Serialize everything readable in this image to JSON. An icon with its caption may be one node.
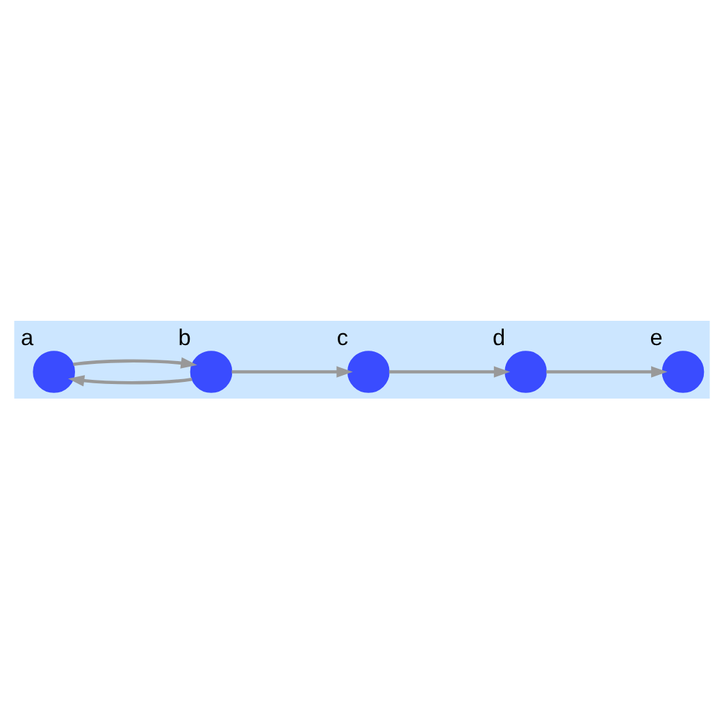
{
  "diagram": {
    "nodes": [
      {
        "text": [
          "a"
        ]
      },
      {
        "text": [
          "b"
        ]
      },
      {
        "text": [
          "c"
        ]
      },
      {
        "text": [
          "d"
        ]
      },
      {
        "text": [
          "e"
        ]
      }
    ],
    "edges": [
      {
        "from": 0,
        "to": 1,
        "arrow": "to"
      },
      {
        "from": 1,
        "to": 0,
        "arrow": "to"
      },
      {
        "from": 1,
        "to": 2,
        "arrow": "to"
      },
      {
        "from": 2,
        "to": 3,
        "arrow": "to"
      },
      {
        "from": 3,
        "to": 4,
        "arrow": "to"
      }
    ]
  }
}
